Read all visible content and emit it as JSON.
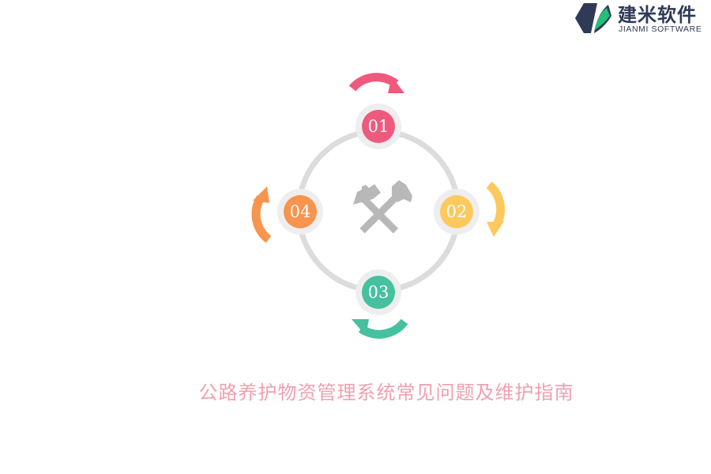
{
  "brand": {
    "name_cn": "建米软件",
    "name_en": "JIANMI SOFTWARE",
    "colors": {
      "dark": "#2f3a56",
      "green": "#22c07a"
    }
  },
  "diagram": {
    "center_icon": "crossed-hammers-icon",
    "ring_color": "#dcdcdc",
    "steps": [
      {
        "label": "01",
        "color": "#ee5a7e",
        "position": "top",
        "arrow": "clockwise-arrow-top"
      },
      {
        "label": "02",
        "color": "#fcc95e",
        "position": "right",
        "arrow": "clockwise-arrow-right"
      },
      {
        "label": "03",
        "color": "#45c1a0",
        "position": "bottom",
        "arrow": "clockwise-arrow-bottom"
      },
      {
        "label": "04",
        "color": "#f7944e",
        "position": "left",
        "arrow": "clockwise-arrow-left"
      }
    ]
  },
  "caption": {
    "title": "公路养护物资管理系统常见问题及维护指南",
    "color": "#f0a0b0"
  }
}
